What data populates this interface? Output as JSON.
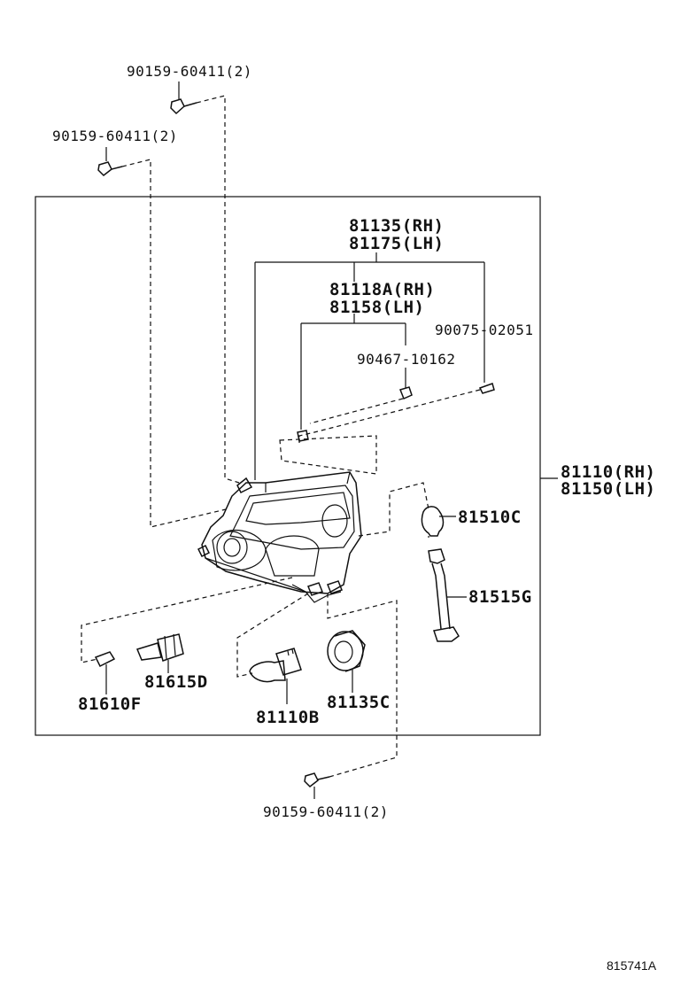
{
  "labels": {
    "bolt_top": "90159-60411(2)",
    "bolt_left": "90159-60411(2)",
    "bolt_bottom": "90159-60411(2)",
    "lens_rh": "81135(RH)",
    "lens_lh": "81175(LH)",
    "reflector_rh": "81118A(RH)",
    "reflector_lh": "81158(LH)",
    "screw_a": "90075-02051",
    "screw_b": "90467-10162",
    "assy_rh": "81110(RH)",
    "assy_lh": "81150(LH)",
    "bulb_81510c": "81510C",
    "socket_81515g": "81515G",
    "socket_81615d": "81615D",
    "bulb_81610f": "81610F",
    "bulb_81110b": "81110B",
    "cover_81135c": "81135C",
    "diagram_id": "815741A"
  }
}
